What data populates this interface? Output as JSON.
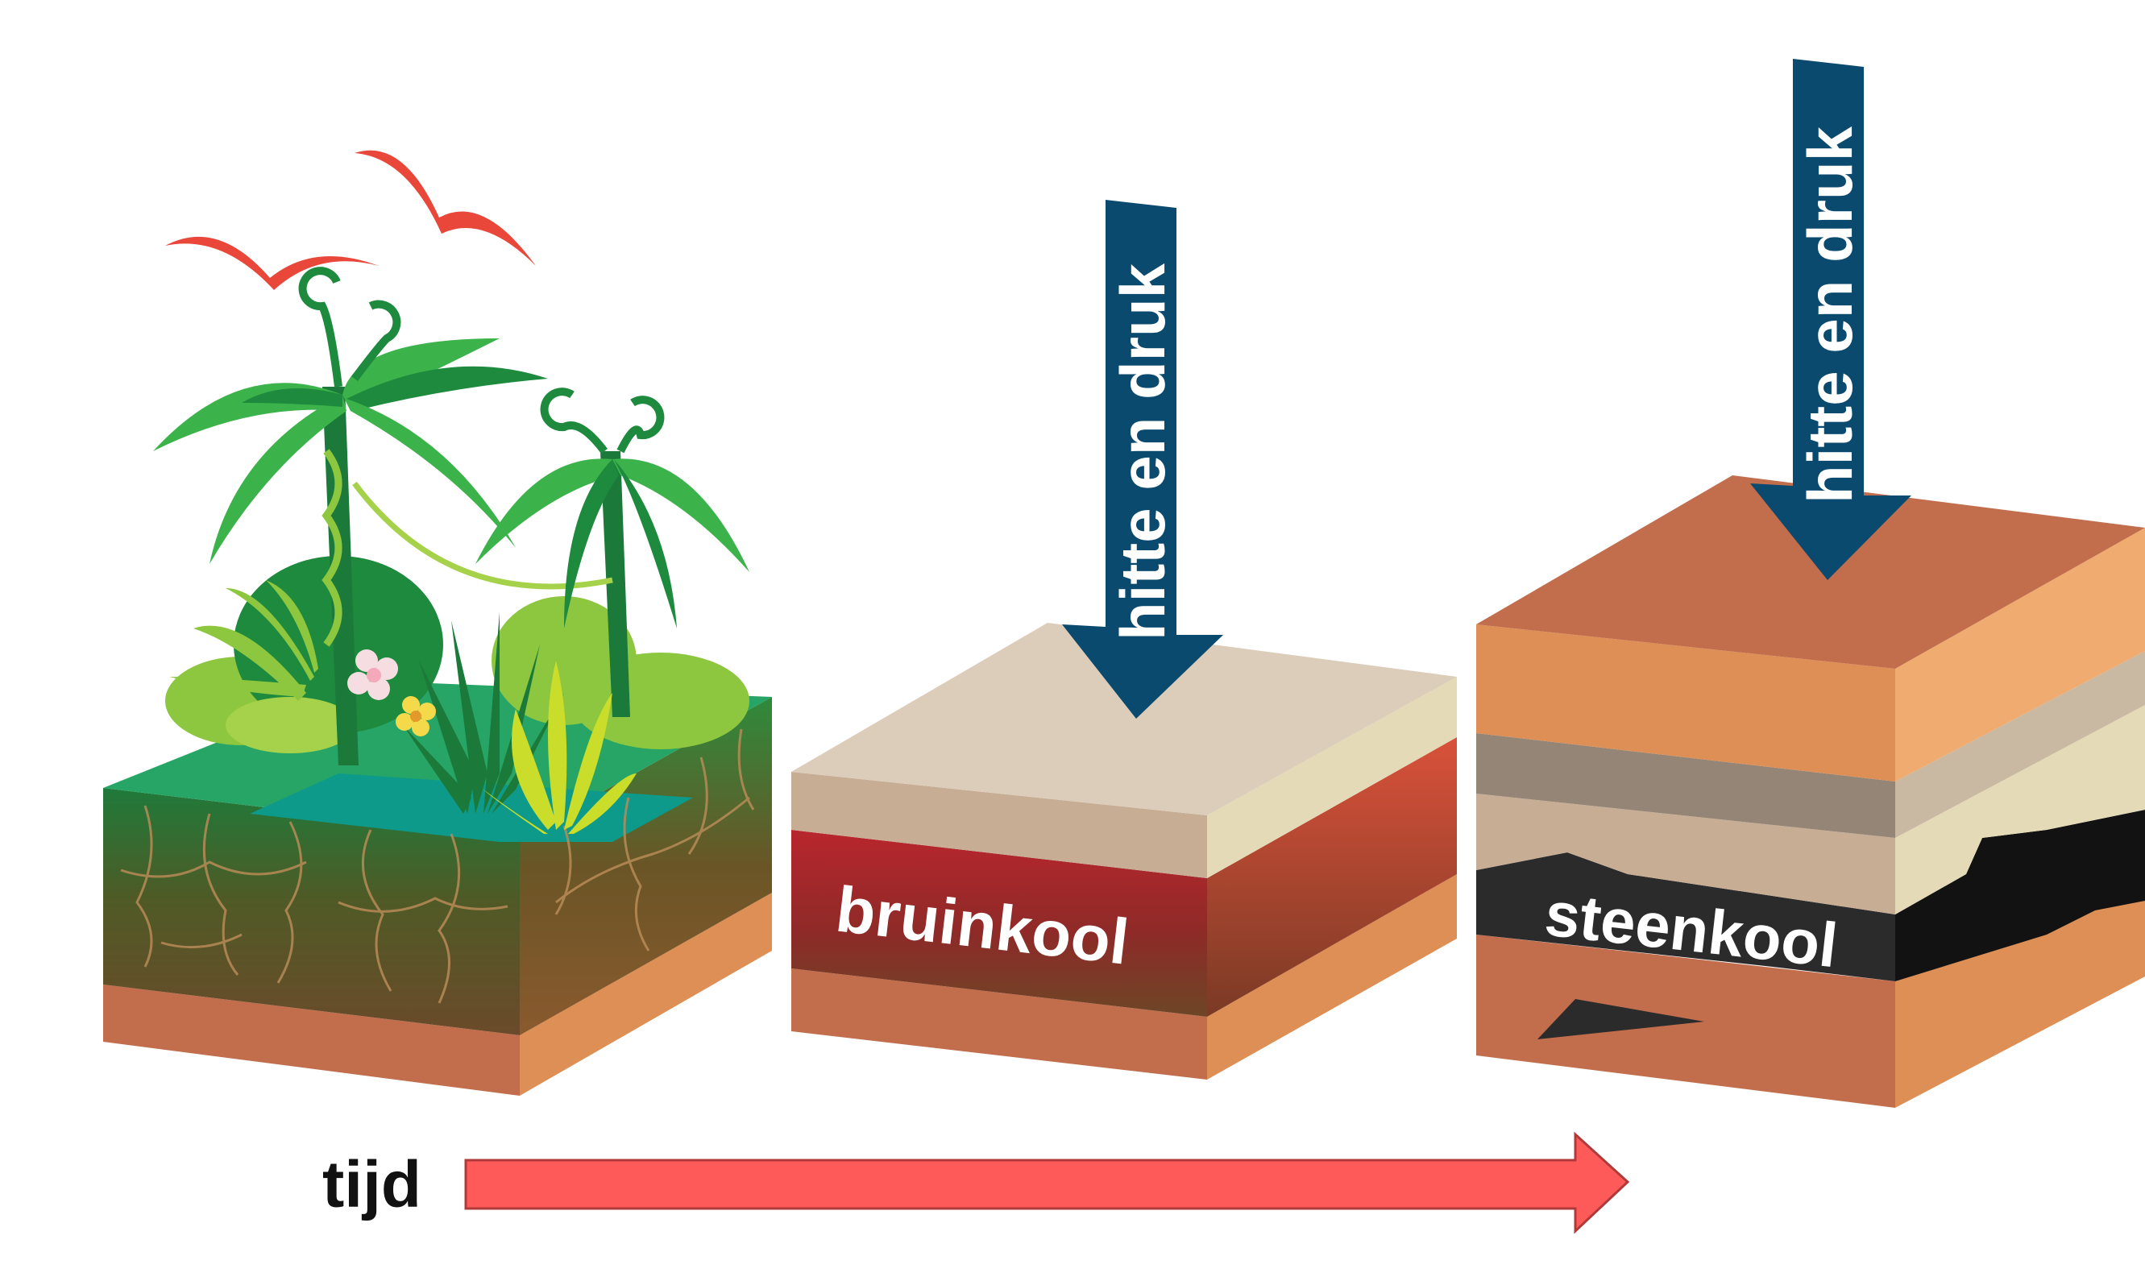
{
  "arrows": {
    "pressure_label_1": "hitte en druk",
    "pressure_label_2": "hitte en druk"
  },
  "blocks": {
    "block2_label": "bruinkool",
    "block3_label": "steenkool"
  },
  "timeline": {
    "label": "tijd"
  },
  "colors": {
    "pressure_arrow": "#0b4a6f",
    "time_arrow": "#ff5a5a",
    "bird": "#e8473a",
    "bruinkool": "#b3272b",
    "steenkool": "#2b2b2b"
  }
}
